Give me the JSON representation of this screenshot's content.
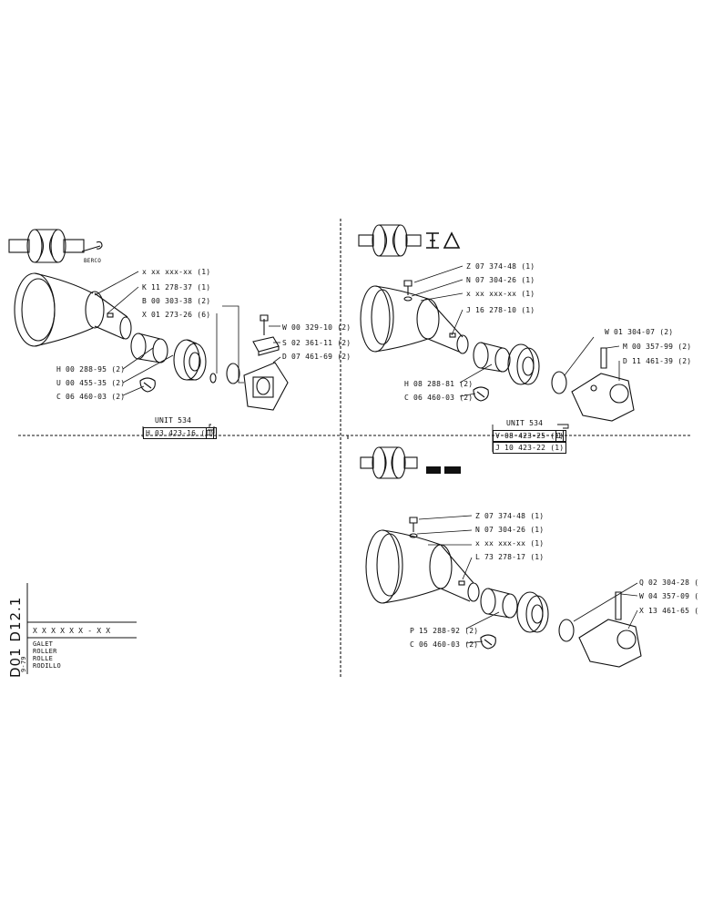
{
  "panel_a": {
    "brand": "BERCO",
    "labels": {
      "p1": "x xx xxx-xx (1)",
      "p2": "K 11 278-37 (1)",
      "p3": "B 00 303-38 (2)",
      "p4": "X 01 273-26 (6)",
      "p5": "W 00 329-10 (2)",
      "p6": "S 02 361-11 (2)",
      "p7": "D 07 461-69 (2)",
      "p8": "H 00 288-95 (2)",
      "p9": "U 00 455-35 (2)",
      "p10": "C 06 460-03 (2)"
    },
    "unit": "UNIT 534",
    "unit_part": "H 03 423-16 (1)",
    "unit_num": "1"
  },
  "panel_b": {
    "labels": {
      "p1": "Z 07 374-48 (1)",
      "p2": "N 07 304-26 (1)",
      "p3": "x xx xxx-xx (1)",
      "p4": "J 16 278-10 (1)",
      "p5": "W 01 304-07 (2)",
      "p6": "M 00 357-99 (2)",
      "p7": "D 11 461-39 (2)",
      "p8": "H 08 288-81 (2)",
      "p9": "C 06 460-03 (2)"
    },
    "unit": "UNIT 534",
    "unit_part1": "V 08 423-25 (1)",
    "unit_num": "1",
    "unit_part2": "J 10 423-22 (1)"
  },
  "panel_c": {
    "labels": {
      "p1": "Z 07 374-48 (1)",
      "p2": "N 07 304-26 (1)",
      "p3": "x xx xxx-xx (1)",
      "p4": "L 73 278-17 (1)",
      "p5": "Q 02 304-28 (",
      "p6": "W 04 357-09 (",
      "p7": "X 13 461-65 (",
      "p8": "P 15 288-92 (2)",
      "p9": "C 06 460-03 (2)"
    }
  },
  "titleblock": {
    "doc_code": "D01 D12.1",
    "part_no": "X X X  X X X - X X",
    "names": [
      "GALET",
      "ROLLER",
      "ROLLE",
      "RODILLO"
    ],
    "date": "9-79"
  }
}
